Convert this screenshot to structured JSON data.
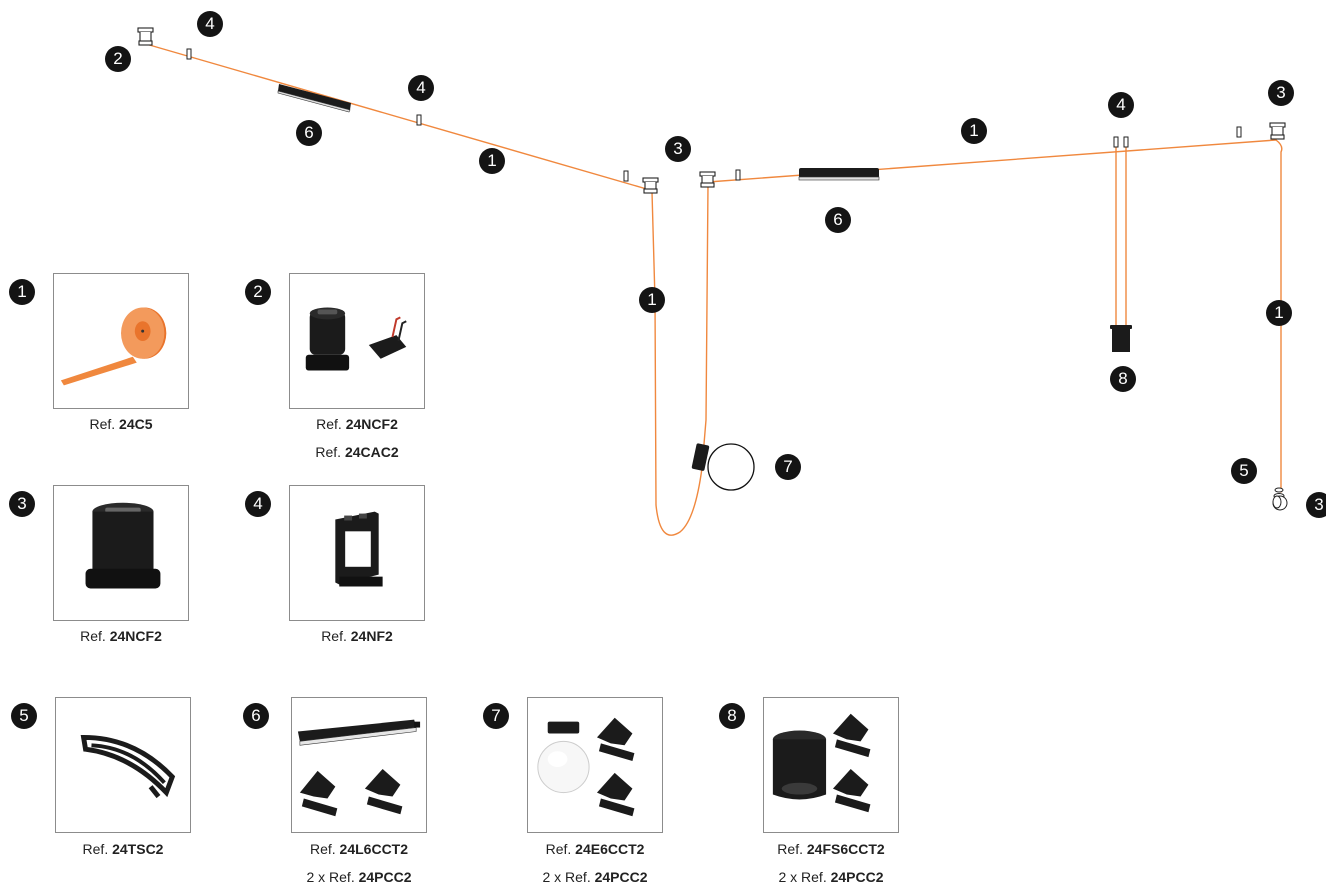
{
  "colors": {
    "cable": "#f0883e",
    "badge": "#141414",
    "product": "#1b1b1b"
  },
  "diagram_labels": {
    "b2": "2",
    "b4a": "4",
    "b4b": "4",
    "b6a": "6",
    "b1a": "1",
    "b3a": "3",
    "b3b": "3",
    "b1b": "1",
    "b4c": "4",
    "b6b": "6",
    "b1c": "1",
    "b1d": "1",
    "b8": "8",
    "b7": "7",
    "b5": "5",
    "b3c": "3"
  },
  "products": [
    {
      "num": "1",
      "icon": "orange-cable-reel-icon",
      "lines": [
        {
          "pre": "Ref. ",
          "code": "24C5"
        }
      ]
    },
    {
      "num": "2",
      "icon": "ceiling-cup-and-connector-icon",
      "lines": [
        {
          "pre": "Ref. ",
          "code": "24NCF2"
        },
        {
          "pre": "Ref. ",
          "code": "24CAC2"
        }
      ]
    },
    {
      "num": "3",
      "icon": "ceiling-cup-icon",
      "lines": [
        {
          "pre": "Ref. ",
          "code": "24NCF2"
        }
      ]
    },
    {
      "num": "4",
      "icon": "cable-clip-icon",
      "lines": [
        {
          "pre": "Ref. ",
          "code": "24NF2"
        }
      ]
    },
    {
      "num": "5",
      "icon": "cable-tie-icon",
      "lines": [
        {
          "pre": "Ref. ",
          "code": "24TSC2"
        }
      ]
    },
    {
      "num": "6",
      "icon": "linear-light-with-connectors-icon",
      "lines": [
        {
          "pre": "Ref. ",
          "code": "24L6CCT2"
        },
        {
          "pre": "2 x Ref. ",
          "code": "24PCC2"
        }
      ]
    },
    {
      "num": "7",
      "icon": "globe-light-with-connectors-icon",
      "lines": [
        {
          "pre": "Ref. ",
          "code": "24E6CCT2"
        },
        {
          "pre": "2 x Ref. ",
          "code": "24PCC2"
        }
      ]
    },
    {
      "num": "8",
      "icon": "spot-light-with-connectors-icon",
      "lines": [
        {
          "pre": "Ref. ",
          "code": "24FS6CCT2"
        },
        {
          "pre": "2 x Ref. ",
          "code": "24PCC2"
        }
      ]
    }
  ]
}
